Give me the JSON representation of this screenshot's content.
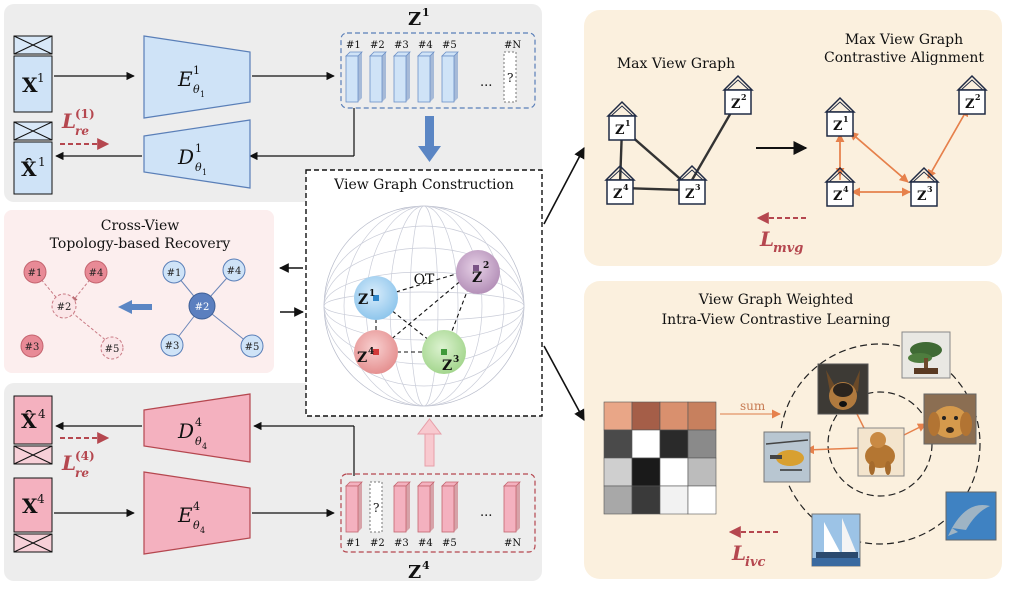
{
  "top_view": {
    "latent_label": "Z",
    "latent_sup": "1",
    "input_label": "X",
    "input_sup": "1",
    "recon_label": "X̂",
    "recon_sup": "1",
    "encoder_label": "E",
    "encoder_sup": "1",
    "encoder_sub": "θ",
    "encoder_subsub": "1",
    "decoder_label": "D",
    "decoder_sup": "1",
    "decoder_sub": "θ",
    "decoder_subsub": "1",
    "loss_label": "L",
    "loss_sub": "re",
    "loss_sup": "(1)",
    "slots": [
      "#1",
      "#2",
      "#3",
      "#4",
      "#5",
      "#N"
    ],
    "missing_mark": "?",
    "ellipsis": "..."
  },
  "bottom_view": {
    "latent_label": "Z",
    "latent_sup": "4",
    "input_label": "X",
    "input_sup": "4",
    "recon_label": "X̂",
    "recon_sup": "4",
    "encoder_label": "E",
    "encoder_sup": "4",
    "encoder_sub": "θ",
    "encoder_subsub": "4",
    "decoder_label": "D",
    "decoder_sup": "4",
    "decoder_sub": "θ",
    "decoder_subsub": "4",
    "loss_label": "L",
    "loss_sub": "re",
    "loss_sup": "(4)",
    "slots": [
      "#1",
      "#2",
      "#3",
      "#4",
      "#5",
      "#N"
    ],
    "missing_mark": "?",
    "ellipsis": "..."
  },
  "recovery": {
    "title_line1": "Cross-View",
    "title_line2": "Topology-based Recovery",
    "left_nodes": [
      "#1",
      "#4",
      "#2",
      "#3",
      "#5"
    ],
    "right_nodes": [
      "#1",
      "#4",
      "#2",
      "#3",
      "#5"
    ]
  },
  "graph_construction": {
    "title": "View Graph Construction",
    "ot_label": "OT",
    "views": [
      {
        "base": "Z",
        "sup": "1"
      },
      {
        "base": "Z",
        "sup": "2"
      },
      {
        "base": "Z",
        "sup": "3"
      },
      {
        "base": "Z",
        "sup": "4"
      }
    ]
  },
  "max_view_graph": {
    "title": "Max View Graph",
    "align_title_line1": "Max View Graph",
    "align_title_line2": "Contrastive Alignment",
    "node_base": "Z",
    "node_sups": [
      "1",
      "2",
      "3",
      "4"
    ],
    "loss_label": "L",
    "loss_sub": "mvg"
  },
  "intra_view": {
    "title_line1": "View Graph Weighted",
    "title_line2": "Intra-View Contrastive Learning",
    "sum_label": "sum",
    "loss_label": "L",
    "loss_sub": "ivc"
  },
  "colors": {
    "blue_fill": "#cfe3f7",
    "blue_edge": "#5a7fb8",
    "pink_fill": "#f4b1bf",
    "pink_edge": "#b5474f",
    "gray_panel": "#ededed",
    "cream_panel": "#fbf0de",
    "pink_panel": "#fceeee",
    "loss_red": "#b5474f"
  }
}
